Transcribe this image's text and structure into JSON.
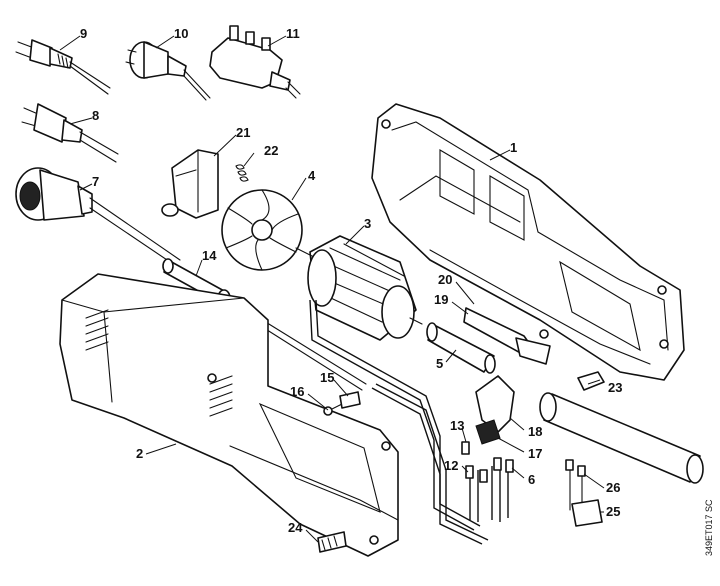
{
  "callouts": {
    "n1": "1",
    "n2": "2",
    "n3": "3",
    "n4": "4",
    "n5": "5",
    "n6": "6",
    "n7": "7",
    "n8": "8",
    "n9": "9",
    "n10": "10",
    "n11": "11",
    "n12": "12",
    "n13": "13",
    "n14": "14",
    "n15": "15",
    "n16": "16",
    "n17": "17",
    "n18": "18",
    "n19": "19",
    "n20": "20",
    "n21": "21",
    "n22": "22",
    "n23": "23",
    "n24": "24",
    "n25": "25",
    "n26": "26"
  },
  "diagram_code": "349ET017 SC"
}
